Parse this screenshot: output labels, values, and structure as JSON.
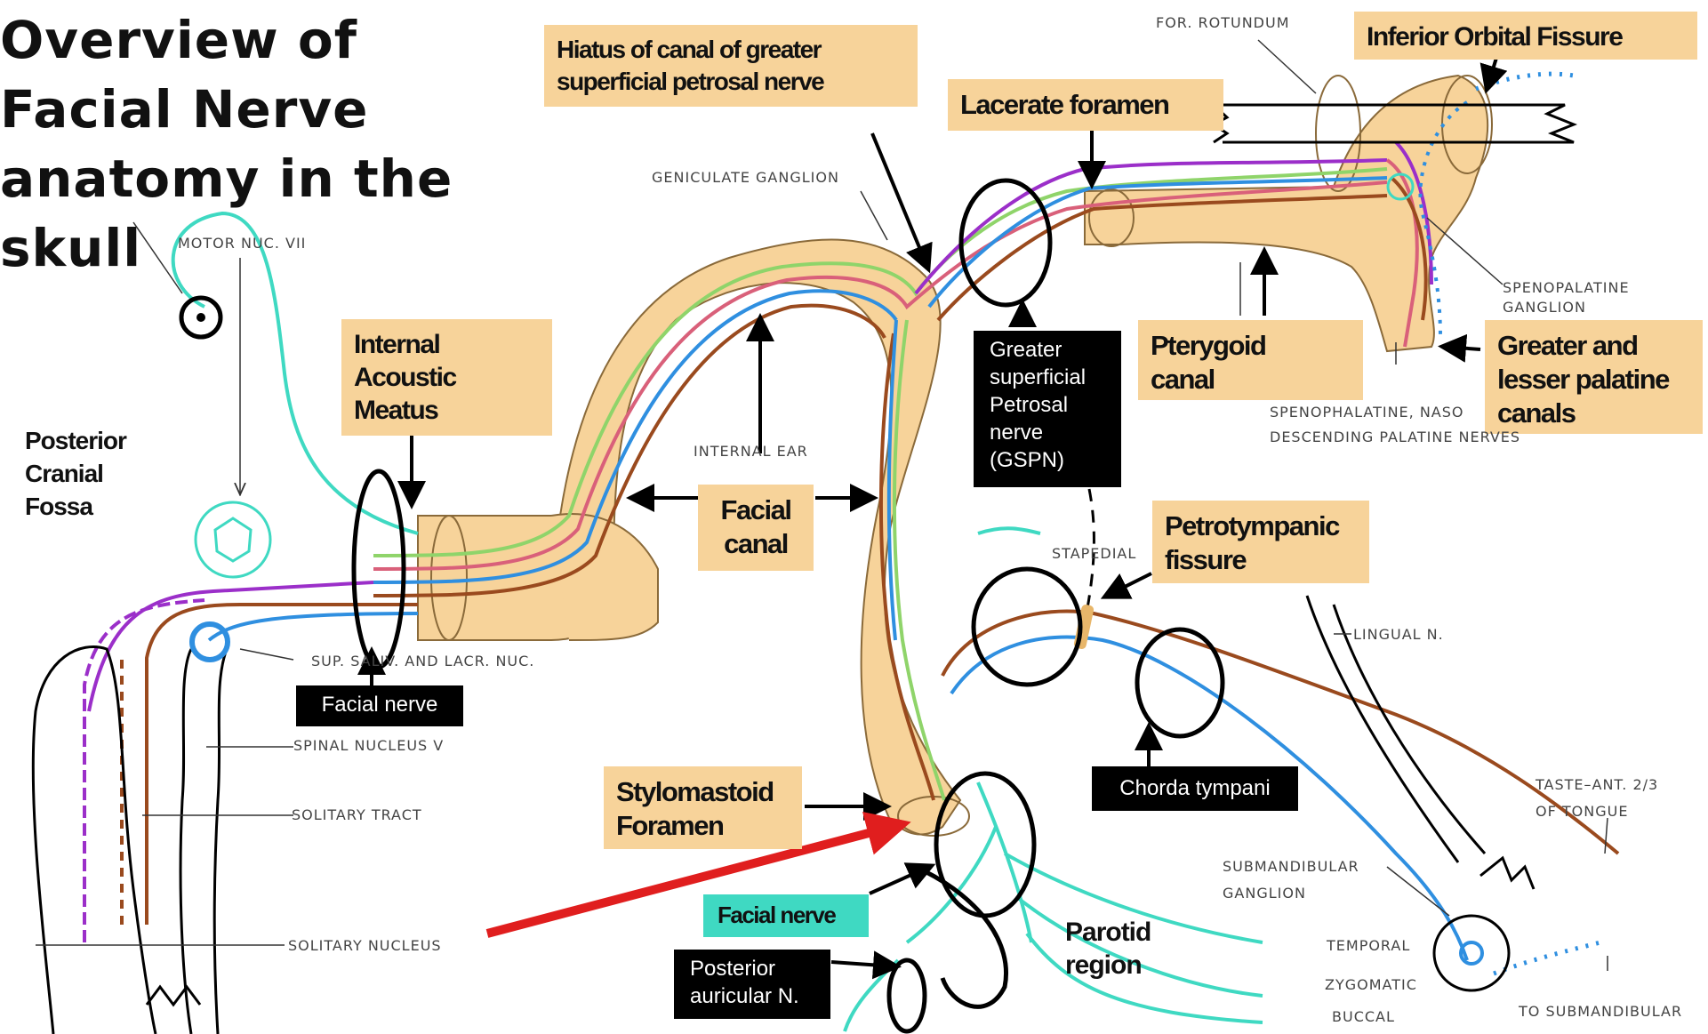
{
  "title": "Overview of Facial Nerve anatomy in the skull",
  "labels": {
    "hiatus": "Hiatus of canal of greater superficial petrosal nerve",
    "lacerate": "Lacerate foramen",
    "inferior_orbital": "Inferior Orbital Fissure",
    "internal_acoustic": "Internal\nAcoustic\nMeatus",
    "posterior_cranial": "Posterior\nCranial\nFossa",
    "facial_canal": "Facial\ncanal",
    "gspn": "Greater\nsuperficial\nPetrosal\nnerve\n(GSPN)",
    "pterygoid": "Pterygoid\ncanal",
    "palatine": "Greater and\nlesser palatine\ncanals",
    "petrotympanic": "Petrotympanic\nfissure",
    "facial_nerve_top": "Facial nerve",
    "chorda": "Chorda tympani",
    "stylomastoid": "Stylomastoid\nForamen",
    "facial_nerve_bottom": "Facial nerve",
    "posterior_auricular": "Posterior\nauricular N.",
    "parotid": "Parotid\nregion"
  },
  "small_labels": {
    "for_rotundum": "FOR. ROTUNDUM",
    "geniculate": "GENICULATE GANGLION",
    "motor_nuc": "MOTOR NUC. VII",
    "internal_ear": "INTERNAL EAR",
    "sphenopalatine_ganglion": "SPENOPALATINE\nGANGLION",
    "sphenopalatine_nerves": "SPENOPHALATINE, NASO\nDESCENDING PALATINE NERVES",
    "stapedial": "STAPEDIAL",
    "sup_saliv": "SUP. SALIV. AND LACR. NUC.",
    "lingual": "LINGUAL N.",
    "spinal_nucleus": "SPINAL NUCLEUS V",
    "solitary_tract": "SOLITARY TRACT",
    "taste": "TASTE–ANT. 2/3\nOF TONGUE",
    "submandibular_ganglion": "SUBMANDIBULAR\nGANGLION",
    "solitary_nucleus": "SOLITARY NUCLEUS",
    "temporal": "TEMPORAL",
    "zygomatic": "ZYGOMATIC",
    "buccal": "BUCCAL",
    "to_submandibular": "TO SUBMANDIBULAR"
  },
  "colors": {
    "bone": "#f7d39a",
    "label_box": "#f7d39a",
    "facial_motor": "#3fd9c2",
    "purple_fiber": "#9b2fc9",
    "blue_fiber": "#2f8fe0",
    "brown_fiber": "#9a4a1e",
    "pink_fiber": "#d9607a",
    "green_fiber": "#8fd46a",
    "arrow_red": "#e01e1e"
  }
}
